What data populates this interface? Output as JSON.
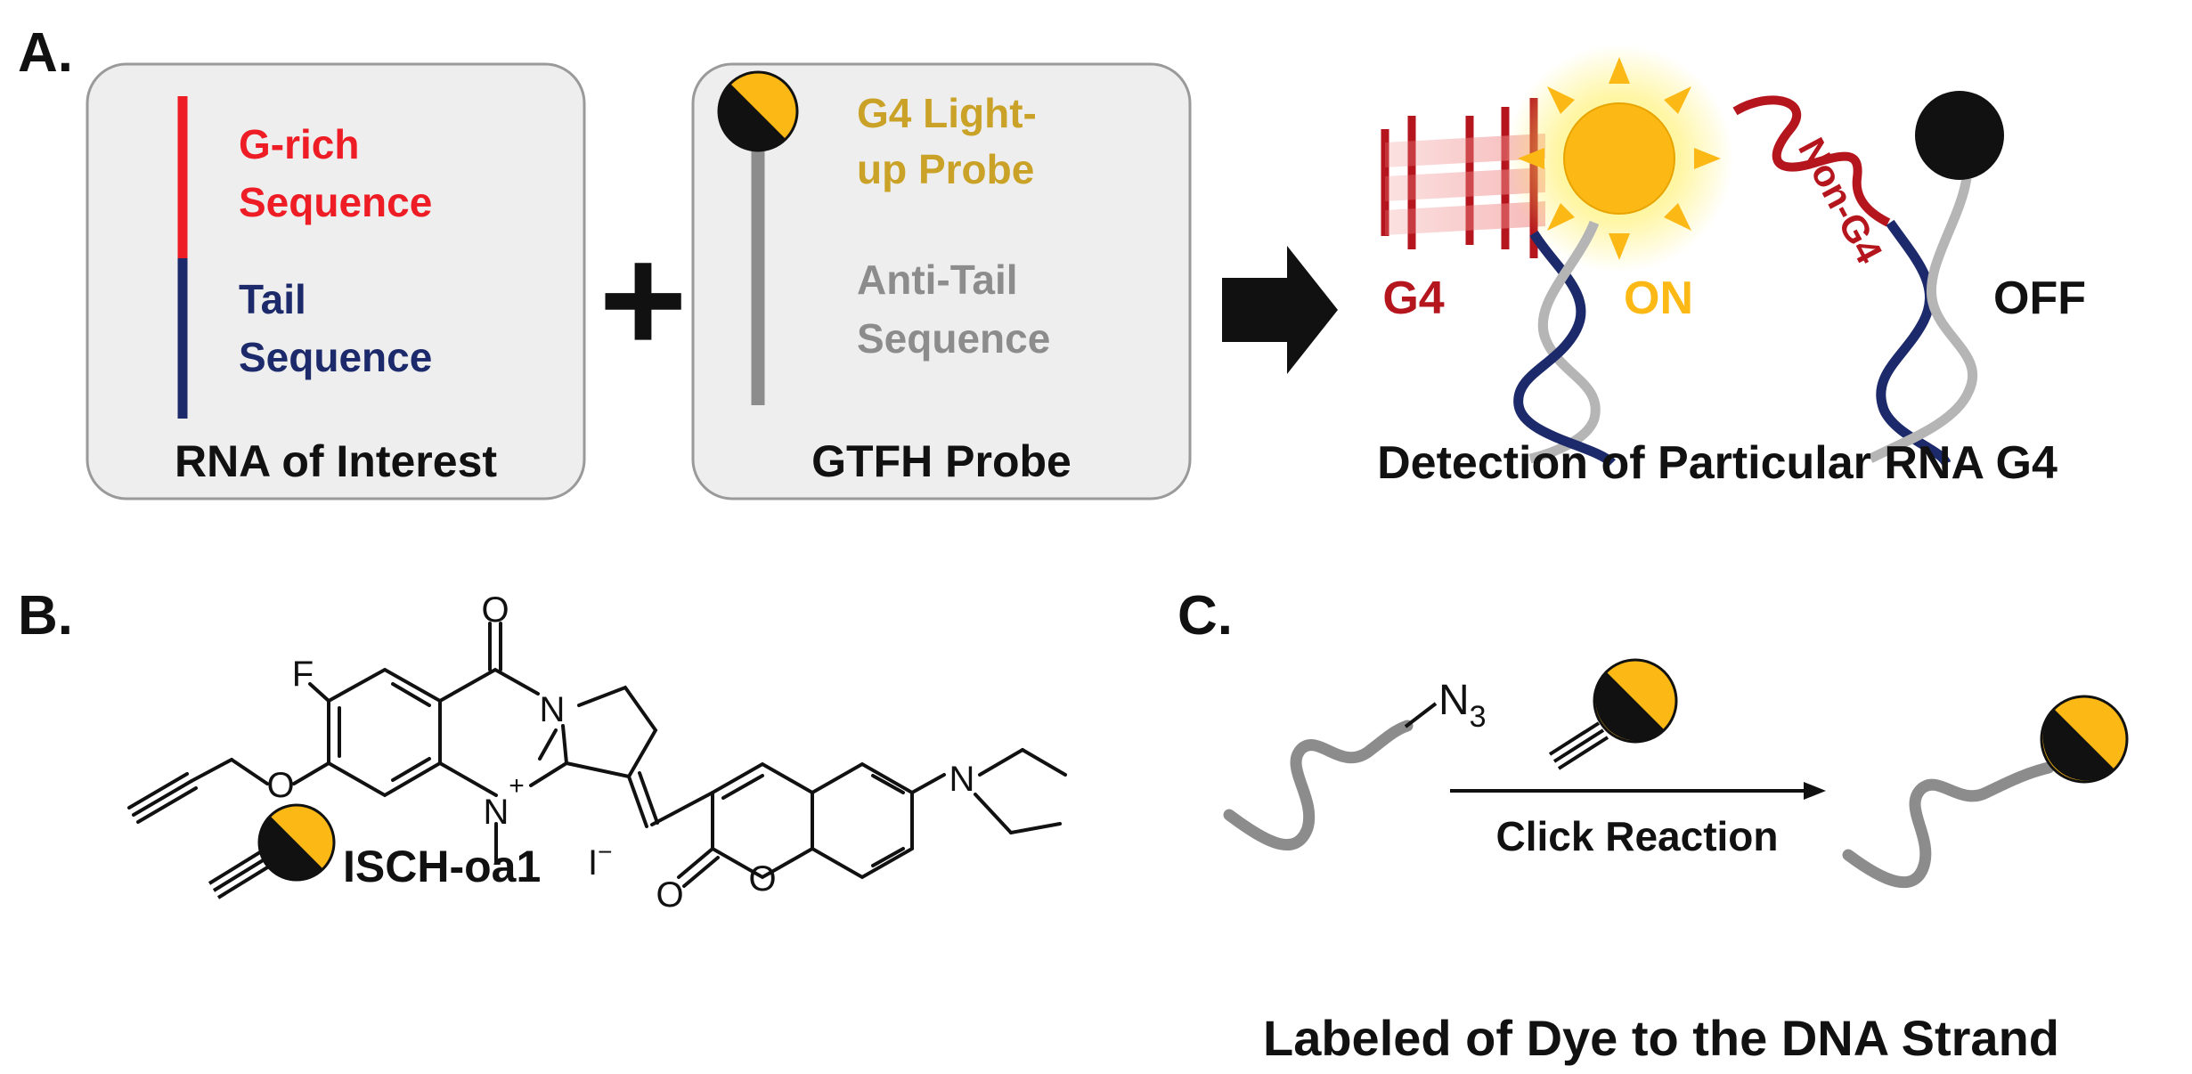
{
  "panel_a": {
    "label": "A.",
    "rna_box": {
      "g_rich_line1": "G-rich",
      "g_rich_line2": "Sequence",
      "tail_line1": "Tail",
      "tail_line2": "Sequence",
      "caption": "RNA of Interest"
    },
    "plus": "+",
    "probe_box": {
      "probe_line1": "G4 Light-",
      "probe_line2": "up Probe",
      "anti_line1": "Anti-Tail",
      "anti_line2": "Sequence",
      "caption": "GTFH Probe"
    },
    "detection": {
      "g4": "G4",
      "on": "ON",
      "non_g4": "Non-G4",
      "off": "OFF",
      "caption": "Detection of Particular RNA G4"
    }
  },
  "panel_b": {
    "label": "B.",
    "atom_o_top": "O",
    "atom_f": "F",
    "atom_n_ring": "N",
    "atom_n_plus": "N",
    "plus_sign": "+",
    "atom_o_ether": "O",
    "counter_ion": "I",
    "counter_charge": "−",
    "atom_o_lactone": "O",
    "atom_o_carbonyl": "O",
    "atom_n_amine": "N",
    "dye_name": "ISCH-oa1"
  },
  "panel_c": {
    "label": "C.",
    "azide_n": "N",
    "azide_sub": "3",
    "reaction": "Click Reaction",
    "caption": "Labeled of Dye to the DNA Strand"
  },
  "colors": {
    "red": "#ee1c24",
    "dark_red": "#b5161e",
    "navy": "#1c2a6b",
    "gold_text": "#c9a227",
    "gray_text": "#8c8c8c",
    "yellow": "#fcb814",
    "box_fill": "#eeeeee",
    "box_stroke": "#9a9a9a"
  }
}
